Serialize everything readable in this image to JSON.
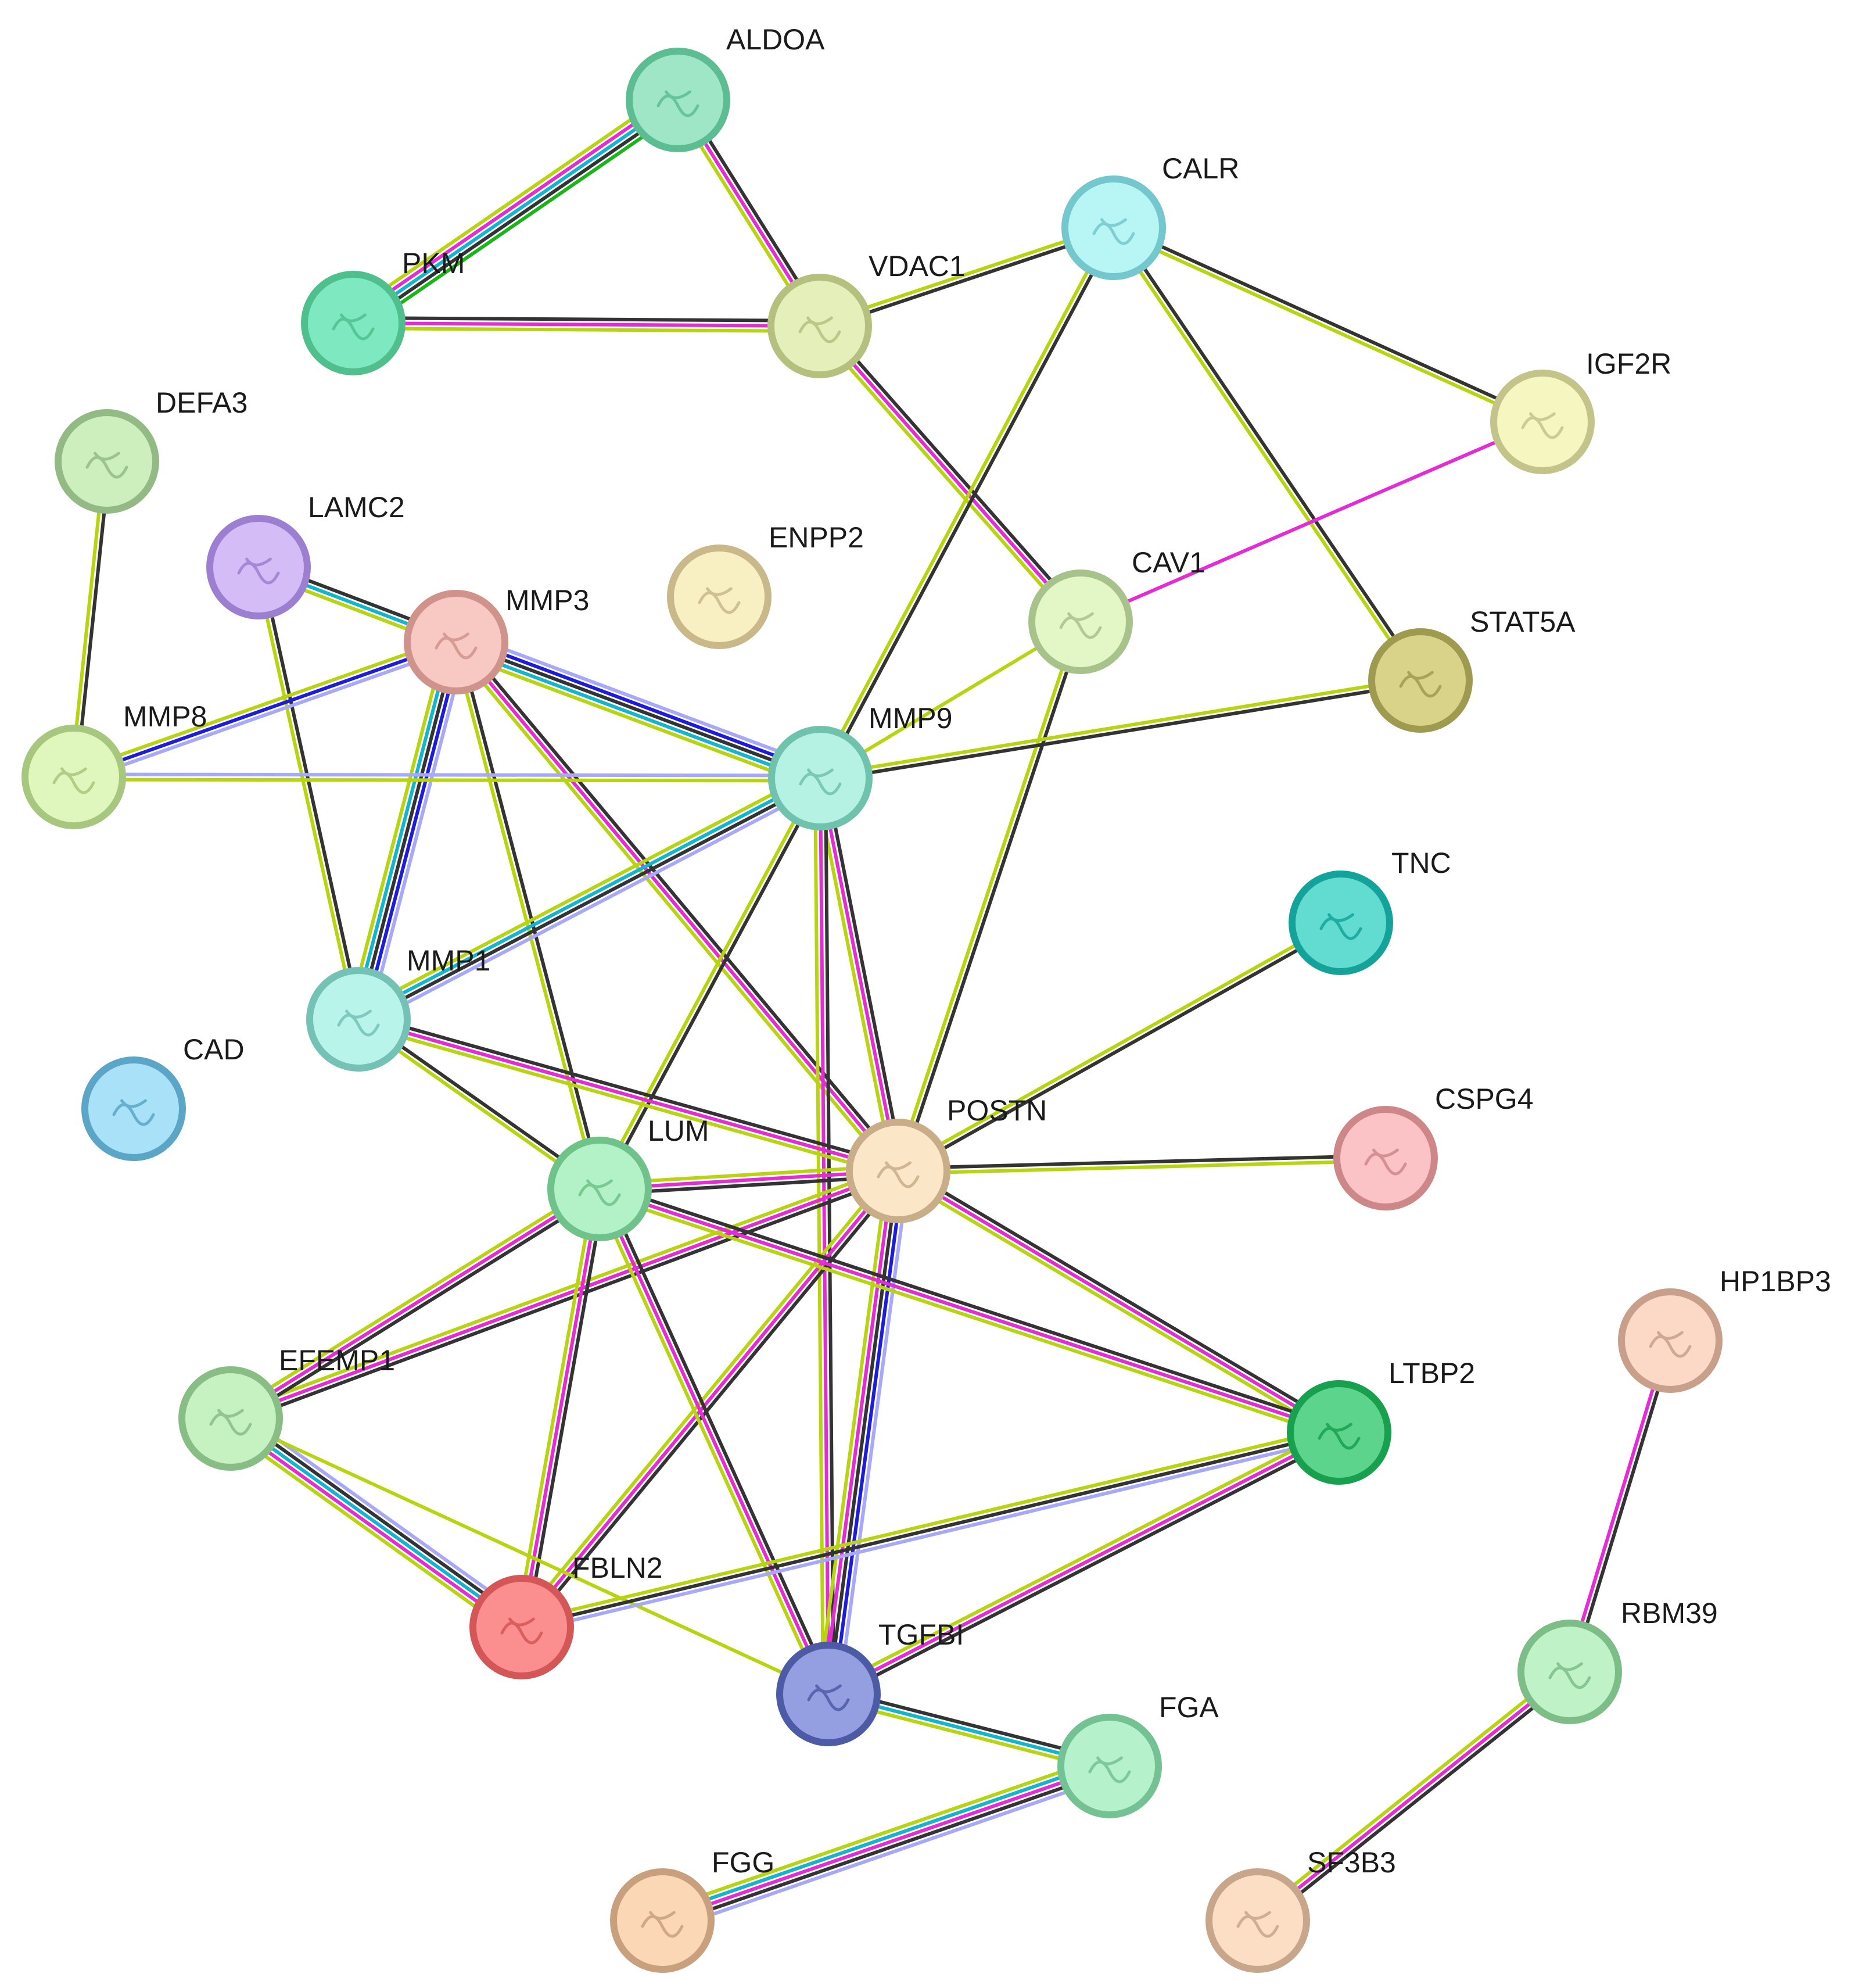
{
  "nodes": [
    {
      "id": "ALDOA",
      "label": "ALDOA",
      "fill": "#9ee6c6",
      "stroke": "#5cbd93"
    },
    {
      "id": "PKM",
      "label": "PKM",
      "fill": "#7ee8c0",
      "stroke": "#4fbf8e"
    },
    {
      "id": "VDAC1",
      "label": "VDAC1",
      "fill": "#e5efba",
      "stroke": "#b6c07e"
    },
    {
      "id": "CALR",
      "label": "CALR",
      "fill": "#b8f6f6",
      "stroke": "#74c7cc"
    },
    {
      "id": "IGF2R",
      "label": "IGF2R",
      "fill": "#f6f6c0",
      "stroke": "#c4c48a"
    },
    {
      "id": "DEFA3",
      "label": "DEFA3",
      "fill": "#cdeebd",
      "stroke": "#93ba85"
    },
    {
      "id": "LAMC2",
      "label": "LAMC2",
      "fill": "#d4bdf6",
      "stroke": "#9c7fd0"
    },
    {
      "id": "ENPP2",
      "label": "ENPP2",
      "fill": "#f8efc2",
      "stroke": "#c9b98a"
    },
    {
      "id": "CAV1",
      "label": "CAV1",
      "fill": "#e3f6c6",
      "stroke": "#a8c28c"
    },
    {
      "id": "STAT5A",
      "label": "STAT5A",
      "fill": "#d9d38a",
      "stroke": "#9e9a4f"
    },
    {
      "id": "MMP3",
      "label": "MMP3",
      "fill": "#f8c8c2",
      "stroke": "#d0938b"
    },
    {
      "id": "MMP8",
      "label": "MMP8",
      "fill": "#dff7bc",
      "stroke": "#a8c77e"
    },
    {
      "id": "MMP9",
      "label": "MMP9",
      "fill": "#b6f2e4",
      "stroke": "#6fc2ab"
    },
    {
      "id": "TNC",
      "label": "TNC",
      "fill": "#62dcd0",
      "stroke": "#14a39a"
    },
    {
      "id": "MMP1",
      "label": "MMP1",
      "fill": "#b9f4ea",
      "stroke": "#74c2b6"
    },
    {
      "id": "CAD",
      "label": "CAD",
      "fill": "#a9e2f8",
      "stroke": "#5ba6c6"
    },
    {
      "id": "POSTN",
      "label": "POSTN",
      "fill": "#fbe6c7",
      "stroke": "#c8ad88"
    },
    {
      "id": "CSPG4",
      "label": "CSPG4",
      "fill": "#fbc3c6",
      "stroke": "#cd8789"
    },
    {
      "id": "LUM",
      "label": "LUM",
      "fill": "#b2f2c6",
      "stroke": "#6ec28a"
    },
    {
      "id": "HP1BP3",
      "label": "HP1BP3",
      "fill": "#fbd9c6",
      "stroke": "#c89f8a"
    },
    {
      "id": "EFEMP1",
      "label": "EFEMP1",
      "fill": "#c6f2c2",
      "stroke": "#88bd86"
    },
    {
      "id": "LTBP2",
      "label": "LTBP2",
      "fill": "#5dd48c",
      "stroke": "#17a04e"
    },
    {
      "id": "FBLN2",
      "label": "FBLN2",
      "fill": "#fb8f8f",
      "stroke": "#d45656"
    },
    {
      "id": "TGFBI",
      "label": "TGFBI",
      "fill": "#949fe2",
      "stroke": "#4d5ba6"
    },
    {
      "id": "RBM39",
      "label": "RBM39",
      "fill": "#bff2c6",
      "stroke": "#7dbd88"
    },
    {
      "id": "FGA",
      "label": "FGA",
      "fill": "#b5f2cc",
      "stroke": "#74c293"
    },
    {
      "id": "FGG",
      "label": "FGG",
      "fill": "#fbd7b6",
      "stroke": "#c9a07e"
    },
    {
      "id": "SF3B3",
      "label": "SF3B3",
      "fill": "#fbdec4",
      "stroke": "#c8a68b"
    }
  ],
  "edge_colors": {
    "textmining": "#b7d40e",
    "coexpression": "#333333",
    "experiments": "#e52bd6",
    "databases": "#12b5cf",
    "homology": "#1c1ce0",
    "cooccurrence": "#1c1ce0",
    "neighborhood": "#19b619",
    "faint_blue": "#a8a8f8"
  },
  "edges": [
    {
      "source": "ALDOA",
      "target": "PKM",
      "channels": [
        "neighborhood",
        "coexpression",
        "databases",
        "experiments",
        "textmining"
      ]
    },
    {
      "source": "ALDOA",
      "target": "VDAC1",
      "channels": [
        "coexpression",
        "experiments",
        "textmining"
      ]
    },
    {
      "source": "PKM",
      "target": "VDAC1",
      "channels": [
        "coexpression",
        "experiments",
        "textmining"
      ]
    },
    {
      "source": "VDAC1",
      "target": "CALR",
      "channels": [
        "textmining",
        "coexpression"
      ]
    },
    {
      "source": "VDAC1",
      "target": "CAV1",
      "channels": [
        "coexpression",
        "experiments",
        "textmining"
      ]
    },
    {
      "source": "CALR",
      "target": "IGF2R",
      "channels": [
        "coexpression",
        "textmining"
      ]
    },
    {
      "source": "CALR",
      "target": "STAT5A",
      "channels": [
        "coexpression",
        "textmining"
      ]
    },
    {
      "source": "CALR",
      "target": "MMP9",
      "channels": [
        "coexpression",
        "textmining"
      ]
    },
    {
      "source": "IGF2R",
      "target": "CAV1",
      "channels": [
        "experiments"
      ]
    },
    {
      "source": "DEFA3",
      "target": "MMP8",
      "channels": [
        "coexpression",
        "textmining"
      ]
    },
    {
      "source": "LAMC2",
      "target": "MMP3",
      "channels": [
        "coexpression",
        "databases",
        "textmining"
      ]
    },
    {
      "source": "LAMC2",
      "target": "MMP1",
      "channels": [
        "coexpression",
        "textmining"
      ]
    },
    {
      "source": "CAV1",
      "target": "MMP9",
      "channels": [
        "textmining"
      ]
    },
    {
      "source": "CAV1",
      "target": "POSTN",
      "channels": [
        "coexpression",
        "textmining"
      ]
    },
    {
      "source": "STAT5A",
      "target": "MMP9",
      "channels": [
        "coexpression",
        "textmining"
      ]
    },
    {
      "source": "MMP3",
      "target": "MMP8",
      "channels": [
        "faint_blue",
        "homology",
        "textmining"
      ]
    },
    {
      "source": "MMP3",
      "target": "MMP9",
      "channels": [
        "faint_blue",
        "homology",
        "coexpression",
        "databases",
        "textmining"
      ]
    },
    {
      "source": "MMP3",
      "target": "MMP1",
      "channels": [
        "faint_blue",
        "homology",
        "coexpression",
        "databases",
        "textmining"
      ]
    },
    {
      "source": "MMP3",
      "target": "LUM",
      "channels": [
        "coexpression",
        "textmining"
      ]
    },
    {
      "source": "MMP3",
      "target": "POSTN",
      "channels": [
        "coexpression",
        "experiments",
        "textmining"
      ]
    },
    {
      "source": "MMP8",
      "target": "MMP9",
      "channels": [
        "faint_blue",
        "textmining"
      ]
    },
    {
      "source": "MMP9",
      "target": "MMP1",
      "channels": [
        "faint_blue",
        "coexpression",
        "databases",
        "textmining"
      ]
    },
    {
      "source": "MMP9",
      "target": "LUM",
      "channels": [
        "coexpression",
        "textmining"
      ]
    },
    {
      "source": "MMP9",
      "target": "POSTN",
      "channels": [
        "coexpression",
        "experiments",
        "textmining"
      ]
    },
    {
      "source": "MMP9",
      "target": "TGFBI",
      "channels": [
        "coexpression",
        "experiments",
        "textmining"
      ]
    },
    {
      "source": "MMP1",
      "target": "LUM",
      "channels": [
        "coexpression",
        "textmining"
      ]
    },
    {
      "source": "MMP1",
      "target": "POSTN",
      "channels": [
        "coexpression",
        "experiments",
        "textmining"
      ]
    },
    {
      "source": "TNC",
      "target": "POSTN",
      "channels": [
        "coexpression",
        "textmining"
      ]
    },
    {
      "source": "POSTN",
      "target": "CSPG4",
      "channels": [
        "coexpression",
        "textmining"
      ]
    },
    {
      "source": "POSTN",
      "target": "LUM",
      "channels": [
        "coexpression",
        "experiments",
        "textmining"
      ]
    },
    {
      "source": "POSTN",
      "target": "EFEMP1",
      "channels": [
        "coexpression",
        "experiments",
        "textmining"
      ]
    },
    {
      "source": "POSTN",
      "target": "LTBP2",
      "channels": [
        "coexpression",
        "experiments",
        "textmining"
      ]
    },
    {
      "source": "POSTN",
      "target": "FBLN2",
      "channels": [
        "coexpression",
        "experiments",
        "textmining"
      ]
    },
    {
      "source": "POSTN",
      "target": "TGFBI",
      "channels": [
        "faint_blue",
        "homology",
        "coexpression",
        "experiments",
        "textmining"
      ]
    },
    {
      "source": "LUM",
      "target": "EFEMP1",
      "channels": [
        "coexpression",
        "experiments",
        "textmining"
      ]
    },
    {
      "source": "LUM",
      "target": "LTBP2",
      "channels": [
        "coexpression",
        "experiments",
        "textmining"
      ]
    },
    {
      "source": "LUM",
      "target": "FBLN2",
      "channels": [
        "coexpression",
        "experiments",
        "textmining"
      ]
    },
    {
      "source": "LUM",
      "target": "TGFBI",
      "channels": [
        "coexpression",
        "experiments",
        "textmining"
      ]
    },
    {
      "source": "EFEMP1",
      "target": "FBLN2",
      "channels": [
        "faint_blue",
        "coexpression",
        "databases",
        "experiments",
        "textmining"
      ]
    },
    {
      "source": "EFEMP1",
      "target": "TGFBI",
      "channels": [
        "textmining"
      ]
    },
    {
      "source": "LTBP2",
      "target": "FBLN2",
      "channels": [
        "faint_blue",
        "coexpression",
        "textmining"
      ]
    },
    {
      "source": "LTBP2",
      "target": "TGFBI",
      "channels": [
        "coexpression",
        "experiments",
        "textmining"
      ]
    },
    {
      "source": "TGFBI",
      "target": "FGA",
      "channels": [
        "coexpression",
        "databases",
        "textmining"
      ]
    },
    {
      "source": "FGA",
      "target": "FGG",
      "channels": [
        "faint_blue",
        "coexpression",
        "experiments",
        "databases",
        "textmining"
      ]
    },
    {
      "source": "HP1BP3",
      "target": "RBM39",
      "channels": [
        "coexpression",
        "experiments"
      ]
    },
    {
      "source": "RBM39",
      "target": "SF3B3",
      "channels": [
        "coexpression",
        "experiments",
        "textmining"
      ]
    }
  ]
}
